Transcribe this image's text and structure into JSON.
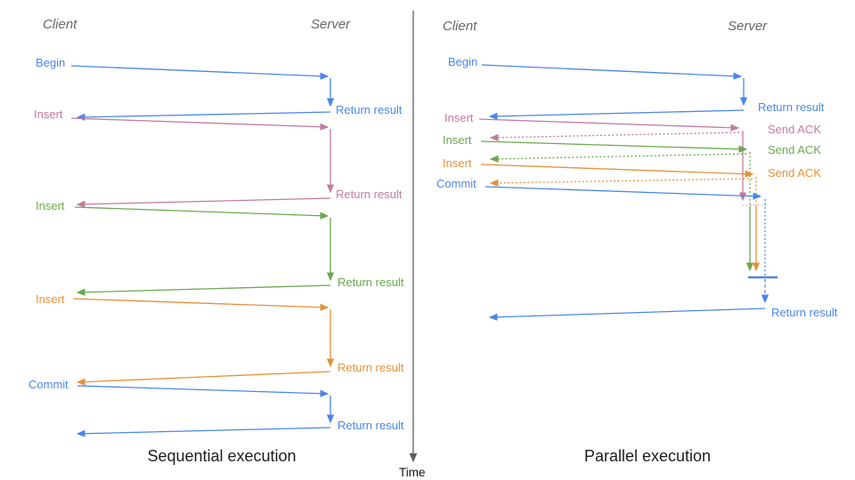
{
  "colors": {
    "blue": "#4a86e8",
    "pink": "#c27ba0",
    "green": "#6aa84f",
    "orange": "#e69138",
    "axis": "#5f5f5f",
    "header": "#666666",
    "title": "#1b1b1b"
  },
  "time_axis": {
    "label": "Time"
  },
  "panels": [
    {
      "title": "Sequential execution",
      "client_header": "Client",
      "server_header": "Server",
      "operations": [
        {
          "label": "Begin",
          "color": "blue",
          "response_label": "Return result",
          "response_style": "solid"
        },
        {
          "label": "Insert",
          "color": "pink",
          "response_label": "Return result",
          "response_style": "solid"
        },
        {
          "label": "Insert",
          "color": "green",
          "response_label": "Return result",
          "response_style": "solid"
        },
        {
          "label": "Insert",
          "color": "orange",
          "response_label": "Return result",
          "response_style": "solid"
        },
        {
          "label": "Commit",
          "color": "blue",
          "response_label": "Return result",
          "response_style": "solid"
        }
      ]
    },
    {
      "title": "Parallel execution",
      "client_header": "Client",
      "server_header": "Server",
      "operations": [
        {
          "label": "Begin",
          "color": "blue",
          "response_label": "Return result",
          "response_style": "solid"
        },
        {
          "label": "Insert",
          "color": "pink",
          "response_label": "Send ACK",
          "response_style": "dotted"
        },
        {
          "label": "Insert",
          "color": "green",
          "response_label": "Send ACK",
          "response_style": "dotted"
        },
        {
          "label": "Insert",
          "color": "orange",
          "response_label": "Send ACK",
          "response_style": "dotted"
        },
        {
          "label": "Commit",
          "color": "blue",
          "response_label": "Return result",
          "response_style": "solid"
        }
      ]
    }
  ]
}
